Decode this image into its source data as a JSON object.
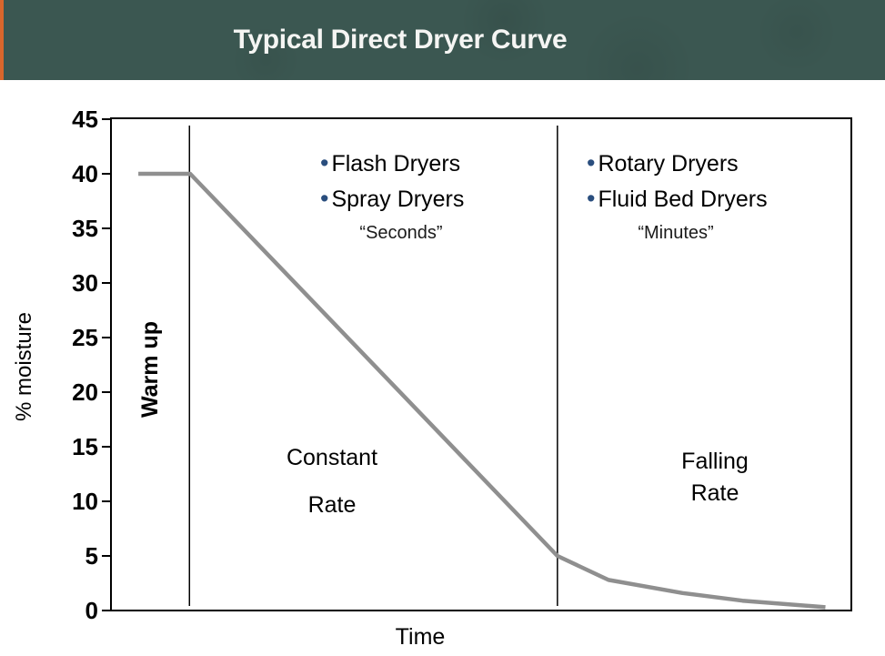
{
  "header": {
    "title": "Typical Direct Dryer Curve",
    "bg_color": "#3b5751",
    "accent_stripe_color": "#d9662c",
    "title_color": "#f5f5f3"
  },
  "chart_data": {
    "type": "line",
    "title": "Typical Direct Dryer Curve",
    "xlabel": "Time",
    "ylabel": "% moisture",
    "ylim": [
      0,
      45
    ],
    "yticks": [
      45,
      40,
      35,
      30,
      25,
      20,
      15,
      10,
      5,
      0
    ],
    "xticks": "none",
    "grid": false,
    "legend": "none",
    "line_color": "#8f8f8f",
    "axis_color": "#000000",
    "bullet_color": "#2a4e7e",
    "series": [
      {
        "name": "moisture curve",
        "points_x_fraction_y_moisture": [
          [
            0.037,
            40
          ],
          [
            0.107,
            40
          ],
          [
            0.603,
            5
          ],
          [
            0.672,
            2.8
          ],
          [
            0.772,
            1.6
          ],
          [
            0.853,
            0.9
          ],
          [
            0.965,
            0.3
          ]
        ]
      }
    ],
    "phase_dividers_x_fraction": [
      0.106,
      0.603
    ],
    "phase_labels": {
      "warm_up": "Warm up",
      "constant_line1": "Constant",
      "constant_line2": "Rate",
      "falling_line1": "Falling",
      "falling_line2": "Rate"
    },
    "annotations": {
      "left": {
        "items": [
          "Flash Dryers",
          "Spray Dryers"
        ],
        "note": "“Seconds”"
      },
      "right": {
        "items": [
          "Rotary Dryers",
          "Fluid Bed Dryers"
        ],
        "note": "“Minutes”"
      }
    }
  }
}
